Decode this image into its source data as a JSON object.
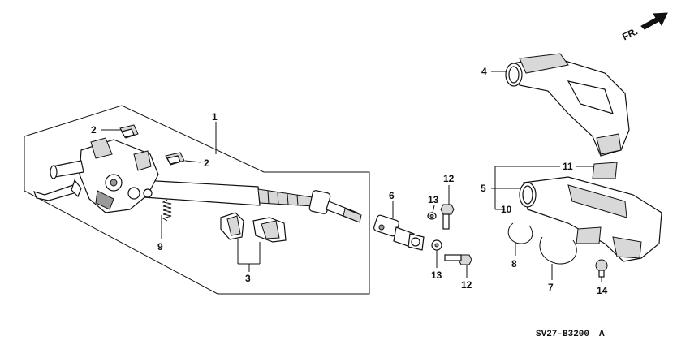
{
  "direction": {
    "label": "FR."
  },
  "diagram_code": "SV27-B3200",
  "diagram_suffix": "A",
  "callouts": [
    {
      "id": "c1",
      "label": "1"
    },
    {
      "id": "c2a",
      "label": "2"
    },
    {
      "id": "c2b",
      "label": "2"
    },
    {
      "id": "c3",
      "label": "3"
    },
    {
      "id": "c4",
      "label": "4"
    },
    {
      "id": "c5",
      "label": "5"
    },
    {
      "id": "c6",
      "label": "6"
    },
    {
      "id": "c7",
      "label": "7"
    },
    {
      "id": "c8",
      "label": "8"
    },
    {
      "id": "c9",
      "label": "9"
    },
    {
      "id": "c10",
      "label": "10"
    },
    {
      "id": "c11",
      "label": "11"
    },
    {
      "id": "c12a",
      "label": "12"
    },
    {
      "id": "c12b",
      "label": "12"
    },
    {
      "id": "c13a",
      "label": "13"
    },
    {
      "id": "c13b",
      "label": "13"
    },
    {
      "id": "c14",
      "label": "14"
    }
  ]
}
